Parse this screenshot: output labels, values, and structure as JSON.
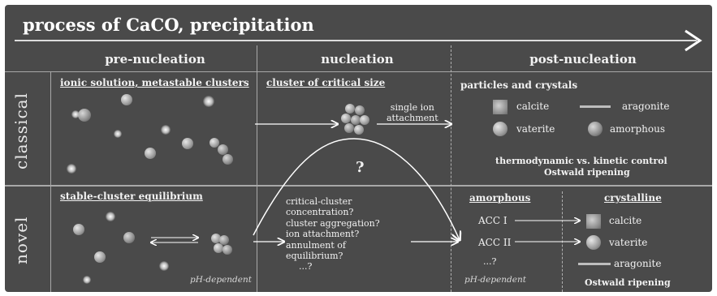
{
  "title": "process of CaCO, precipitation",
  "columns": {
    "pre": "pre-nucleation",
    "nuc": "nucleation",
    "post": "post-nucleation"
  },
  "rows": {
    "classical": "classical",
    "novel": "novel"
  },
  "classical": {
    "pre_sub": "ionic solution, metastable clusters",
    "nuc_sub": "cluster of critical size",
    "nuc_note": [
      "single ion",
      "attachment"
    ],
    "post_sub": "particles and crystals",
    "legend": {
      "calcite": "calcite",
      "aragonite": "aragonite",
      "vaterite": "vaterite",
      "amorphous": "amorphous"
    },
    "notes": [
      "thermodynamic vs. kinetic control",
      "Ostwald ripening"
    ],
    "question": "?"
  },
  "novel": {
    "pre_sub": "stable-cluster equilibrium",
    "pre_ph": "pH-dependent",
    "nuc_lines": [
      "critical-cluster",
      "concentration?",
      "cluster aggregation?",
      "ion attachment?",
      "annulment of",
      "equilibrium?",
      "...?"
    ],
    "amorphous_sub": "amorphous",
    "crystalline_sub": "crystalline",
    "acc1": "ACC I",
    "acc2": "ACC II",
    "acc_more": "...?",
    "amorphous_ph": "pH-dependent",
    "calcite": "calcite",
    "vaterite": "vaterite",
    "aragonite": "aragonite",
    "ostwald": "Ostwald ripening"
  },
  "colors": {
    "panel": "#4a4a4a",
    "text": "#f2f2f2",
    "lines": "#a8a8a8"
  },
  "icons": [
    "process-arrow-icon",
    "cluster-icon",
    "calcite-square-icon",
    "vaterite-sphere-icon",
    "aragonite-needle-icon",
    "amorphous-sphere-icon"
  ]
}
